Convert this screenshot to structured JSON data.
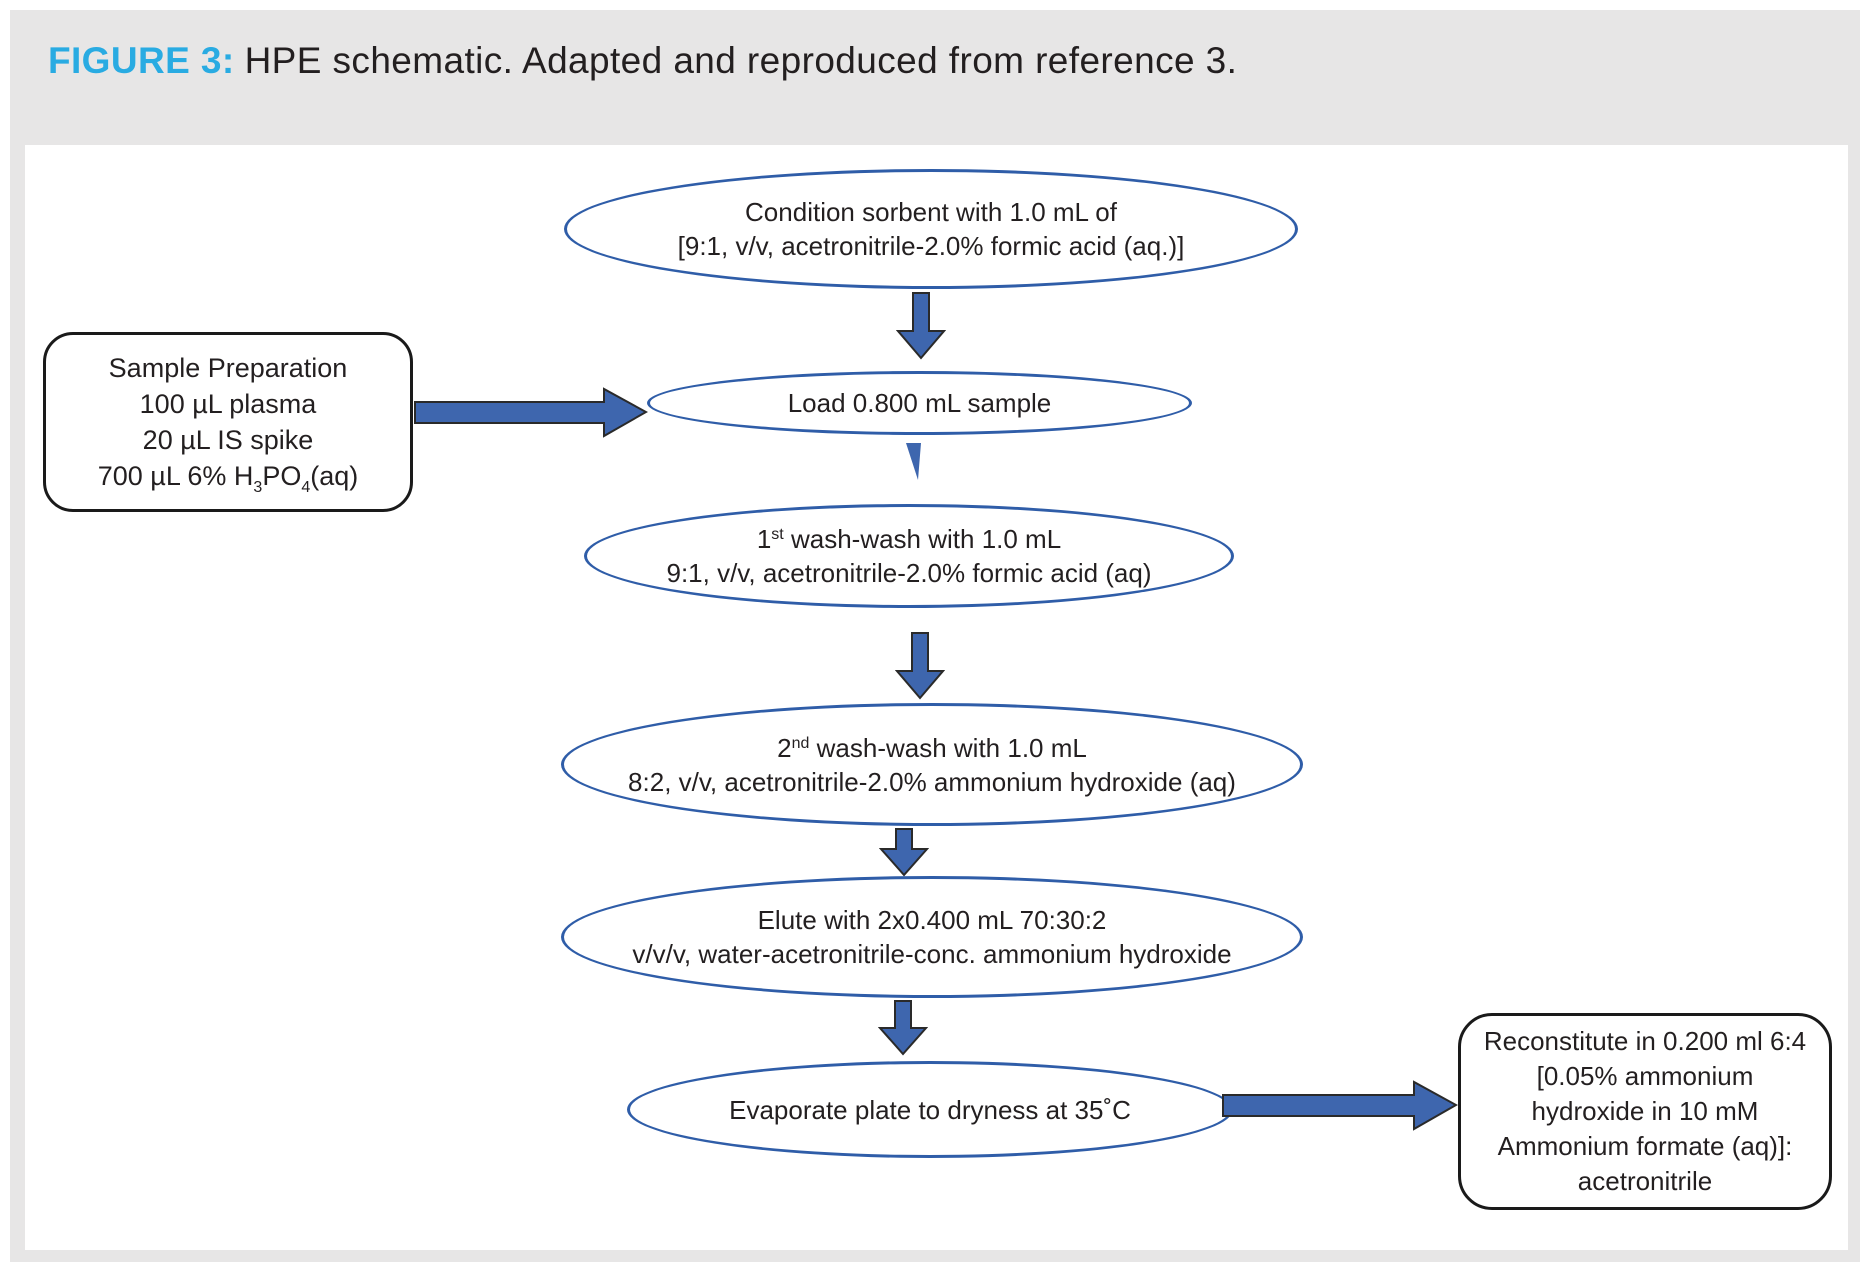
{
  "title": {
    "label": "FIGURE 3:",
    "text": "HPE schematic. Adapted and reproduced from reference 3."
  },
  "colors": {
    "accent": "#29abe2",
    "ellipse_stroke": "#2f5da8",
    "arrow_fill": "#3e66ae",
    "arrow_outline": "#2a2a2a",
    "panel_bg": "#e7e6e6",
    "text": "#231f20",
    "box_border": "#1a1a1a"
  },
  "flow": {
    "condition": {
      "line1": "Condition sorbent with 1.0 mL of",
      "line2": "[9:1, v/v, acetronitrile-2.0% formic acid (aq.)]"
    },
    "load": {
      "line1": "Load 0.800 mL sample"
    },
    "wash1": {
      "num": "1",
      "ordinal": "st",
      "rest": " wash-wash with 1.0 mL",
      "line2": "9:1, v/v, acetronitrile-2.0% formic acid (aq)"
    },
    "wash2": {
      "num": "2",
      "ordinal": "nd",
      "rest": " wash-wash with 1.0 mL",
      "line2": "8:2, v/v, acetronitrile-2.0% ammonium hydroxide (aq)"
    },
    "elute": {
      "line1": "Elute with 2x0.400 mL 70:30:2",
      "line2": "v/v/v, water-acetronitrile-conc. ammonium hydroxide"
    },
    "evaporate": {
      "line1": "Evaporate plate to dryness at 35˚C"
    },
    "sample_prep": {
      "line1": "Sample Preparation",
      "line2": "100 µL plasma",
      "line3": "20 µL IS spike",
      "line4_a": "700 µL 6% H",
      "line4_sub1": "3",
      "line4_b": "PO",
      "line4_sub2": "4",
      "line4_c": "(aq)"
    },
    "reconstitute": {
      "line1": "Reconstitute in 0.200 ml 6:4",
      "line2": "[0.05% ammonium",
      "line3": "hydroxide in 10 mM",
      "line4": "Ammonium formate (aq)]:",
      "line5": "acetronitrile"
    }
  }
}
